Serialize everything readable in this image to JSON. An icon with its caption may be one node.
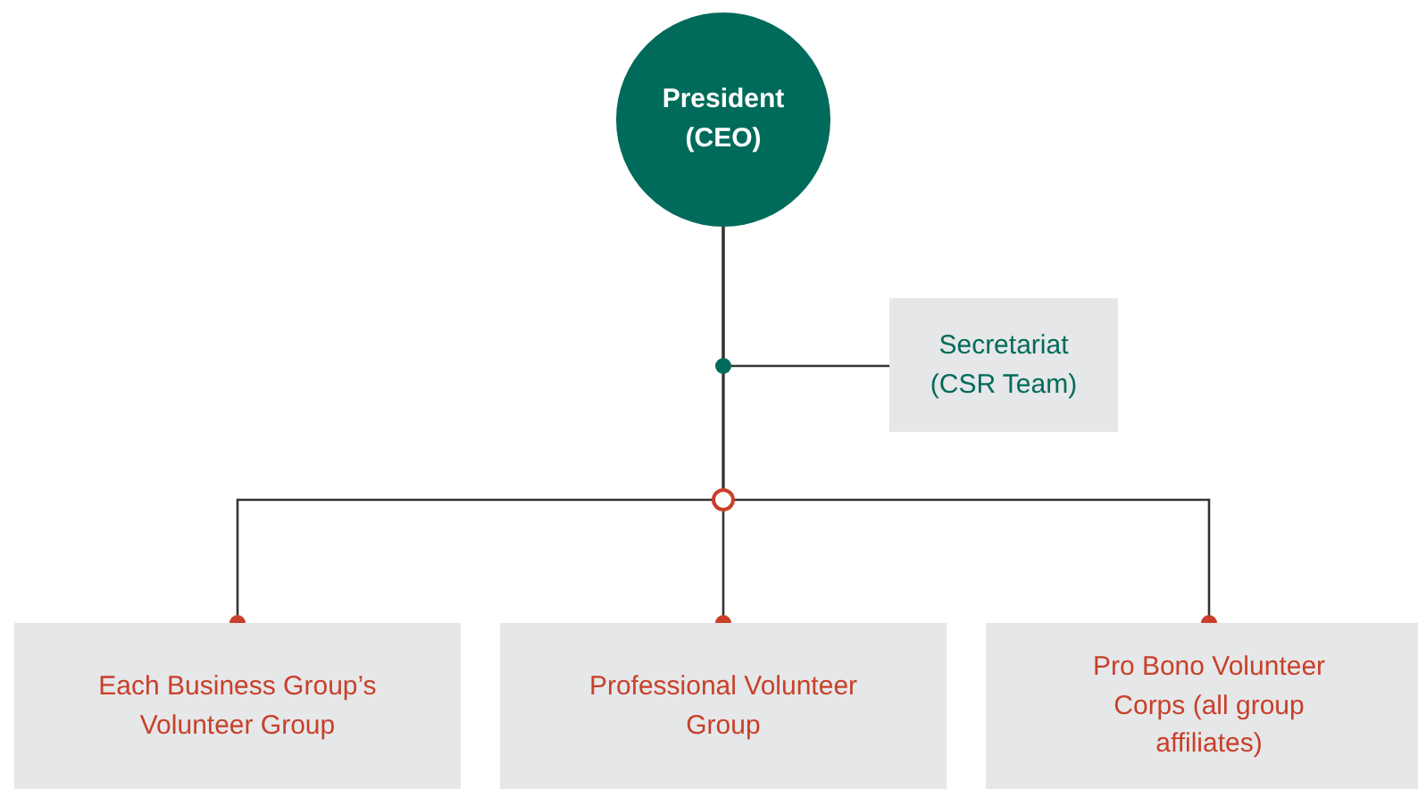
{
  "diagram": {
    "nodes": [
      {
        "text": [
          "President (CEO)"
        ]
      },
      {
        "text": [
          "Secretariat (CSR Team)"
        ]
      },
      {
        "text": [
          "Each Business Group’s Volunteer Group"
        ]
      },
      {
        "text": [
          "Professional Volunteer Group"
        ]
      },
      {
        "text": [
          "Pro Bono Volunteer Corps (all group affiliates)"
        ]
      }
    ],
    "edges": [
      {
        "from": 0,
        "to": 1,
        "arrow": "none"
      },
      {
        "from": 0,
        "to": 2,
        "arrow": "other"
      },
      {
        "from": 0,
        "to": 3,
        "arrow": "other"
      },
      {
        "from": 0,
        "to": 4,
        "arrow": "other"
      }
    ]
  }
}
